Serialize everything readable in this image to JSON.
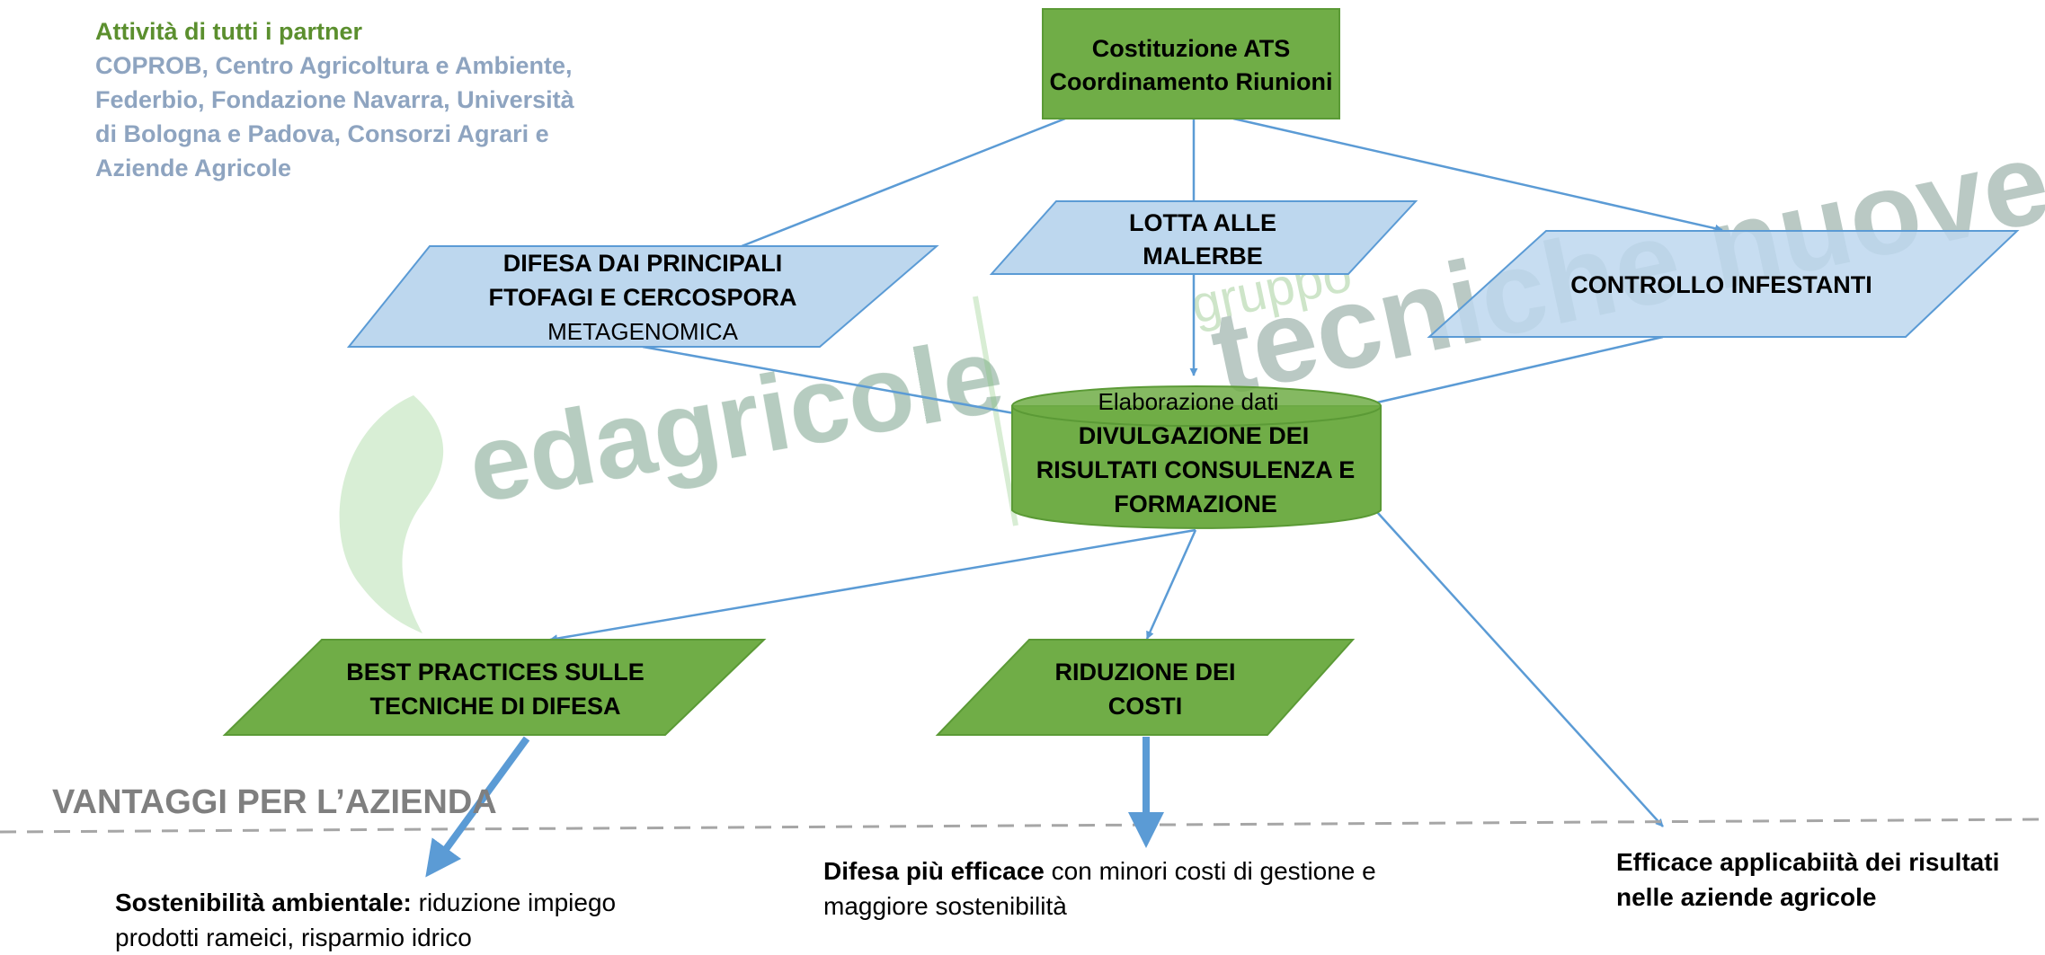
{
  "partners": {
    "heading": "Attività di tutti i partner",
    "lines": [
      "COPROB,  Centro Agricoltura e Ambiente,",
      "Federbio, Fondazione Navarra,  Università",
      "di Bologna e Padova, Consorzi Agrari e",
      "Aziende Agricole"
    ]
  },
  "nodes": {
    "ats": {
      "lines": [
        "Costituzione ATS",
        "Coordinamento Riunioni"
      ]
    },
    "difesa": {
      "lines": [
        "DIFESA DAI PRINCIPALI",
        "FTOFAGI E CERCOSPORA"
      ],
      "sub": "METAGENOMICA"
    },
    "lotta": {
      "lines": [
        "LOTTA ALLE",
        "MALERBE"
      ]
    },
    "controllo": {
      "lines": [
        "CONTROLLO INFESTANTI"
      ]
    },
    "elaborazione": {
      "top": "Elaborazione dati",
      "lines": [
        "DIVULGAZIONE DEI",
        "RISULTATI CONSULENZA E",
        "FORMAZIONE"
      ]
    },
    "best": {
      "lines": [
        "BEST PRACTICES SULLE",
        "TECNICHE DI DIFESA"
      ]
    },
    "riduzione": {
      "lines": [
        "RIDUZIONE DEI",
        "COSTI"
      ]
    }
  },
  "vantaggi": "VANTAGGI PER L’AZIENDA",
  "outcomes": {
    "sostenibilita": {
      "bold": "Sostenibilità ambientale:",
      "rest": " riduzione impiego",
      "line2": "prodotti rameici, risparmio idrico"
    },
    "difesa_efficace": {
      "bold": "Difesa più efficace",
      "rest": " con minori costi di gestione e",
      "line2": "maggiore sostenibilità"
    },
    "applicabilita": {
      "line1": "Efficace applicabiità dei risultati",
      "line2": "nelle aziende agricole"
    }
  },
  "watermarks": {
    "edagricole": "edagricole",
    "gruppo": "gruppo",
    "tecniche": "tecniche nuove"
  },
  "colors": {
    "green": "#70ad47",
    "green_dark": "#5b9a36",
    "blue_fill": "#bdd7ee",
    "arrow": "#5b9bd5",
    "partner_head": "#5b8f2e",
    "partner_list": "#8ea4c0",
    "vantaggi": "#7f7f7f"
  }
}
